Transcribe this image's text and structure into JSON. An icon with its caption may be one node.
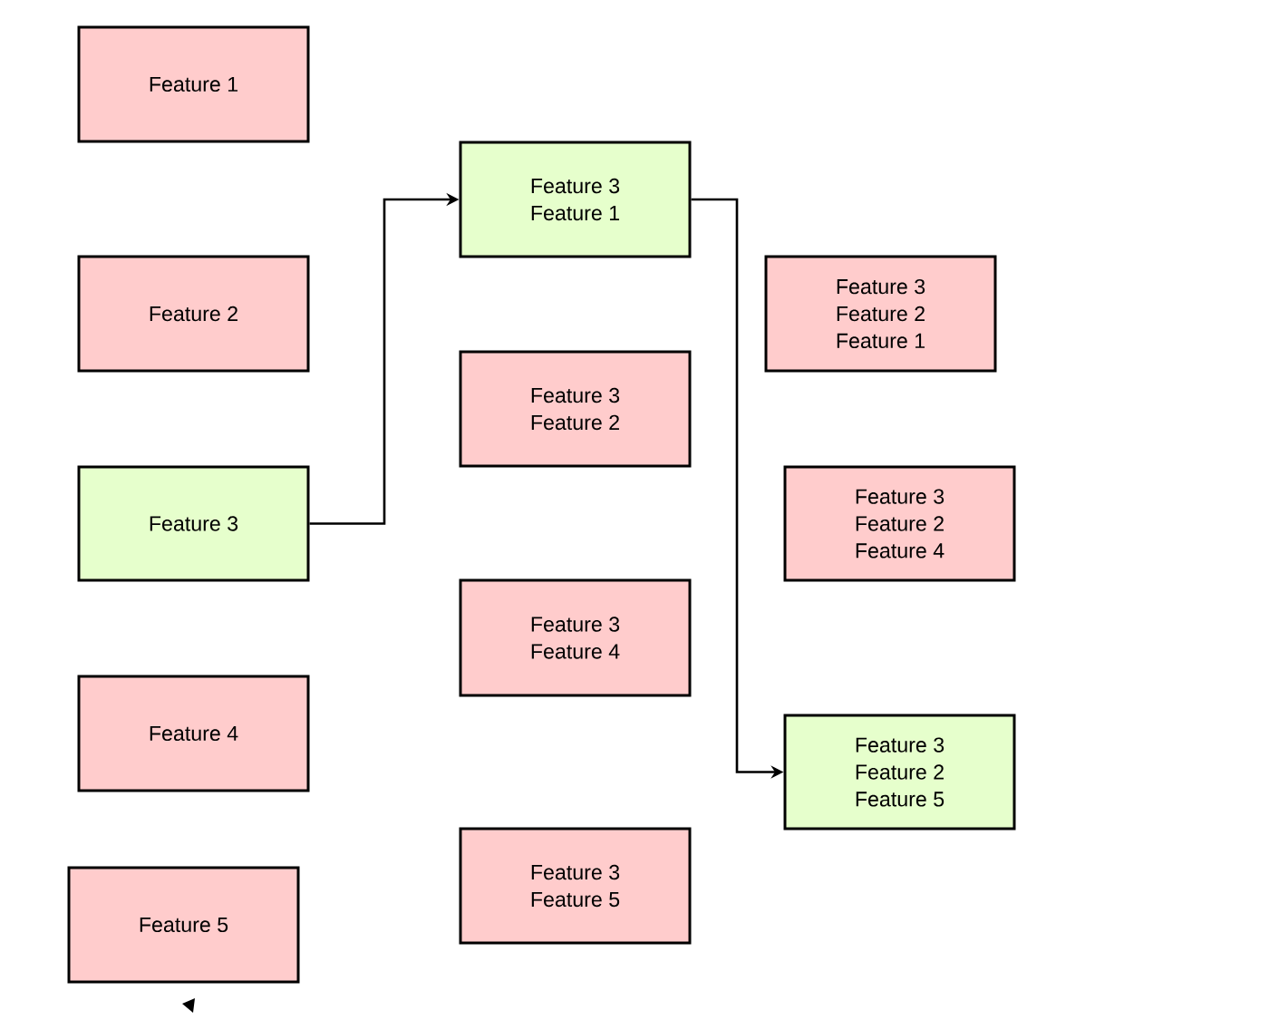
{
  "diagram": {
    "nodes": [
      {
        "text": [
          "Feature 1"
        ]
      },
      {
        "text": [
          "Feature 2"
        ]
      },
      {
        "text": [
          "Feature 3"
        ]
      },
      {
        "text": [
          "Feature 4"
        ]
      },
      {
        "text": [
          "Feature 5"
        ]
      },
      {
        "text": [
          "Feature 3",
          "Feature 1"
        ]
      },
      {
        "text": [
          "Feature 3",
          "Feature 2"
        ]
      },
      {
        "text": [
          "Feature 3",
          "Feature 4"
        ]
      },
      {
        "text": [
          "Feature 3",
          "Feature 5"
        ]
      },
      {
        "text": [
          "Feature 3",
          "Feature 2",
          "Feature 1"
        ]
      },
      {
        "text": [
          "Feature 3",
          "Feature 2",
          "Feature 4"
        ]
      },
      {
        "text": [
          "Feature 3",
          "Feature 2",
          "Feature 5"
        ]
      }
    ],
    "edges": [
      {
        "from": 2,
        "to": 5,
        "arrow": "to"
      },
      {
        "from": 5,
        "to": 11,
        "arrow": "to"
      }
    ]
  }
}
